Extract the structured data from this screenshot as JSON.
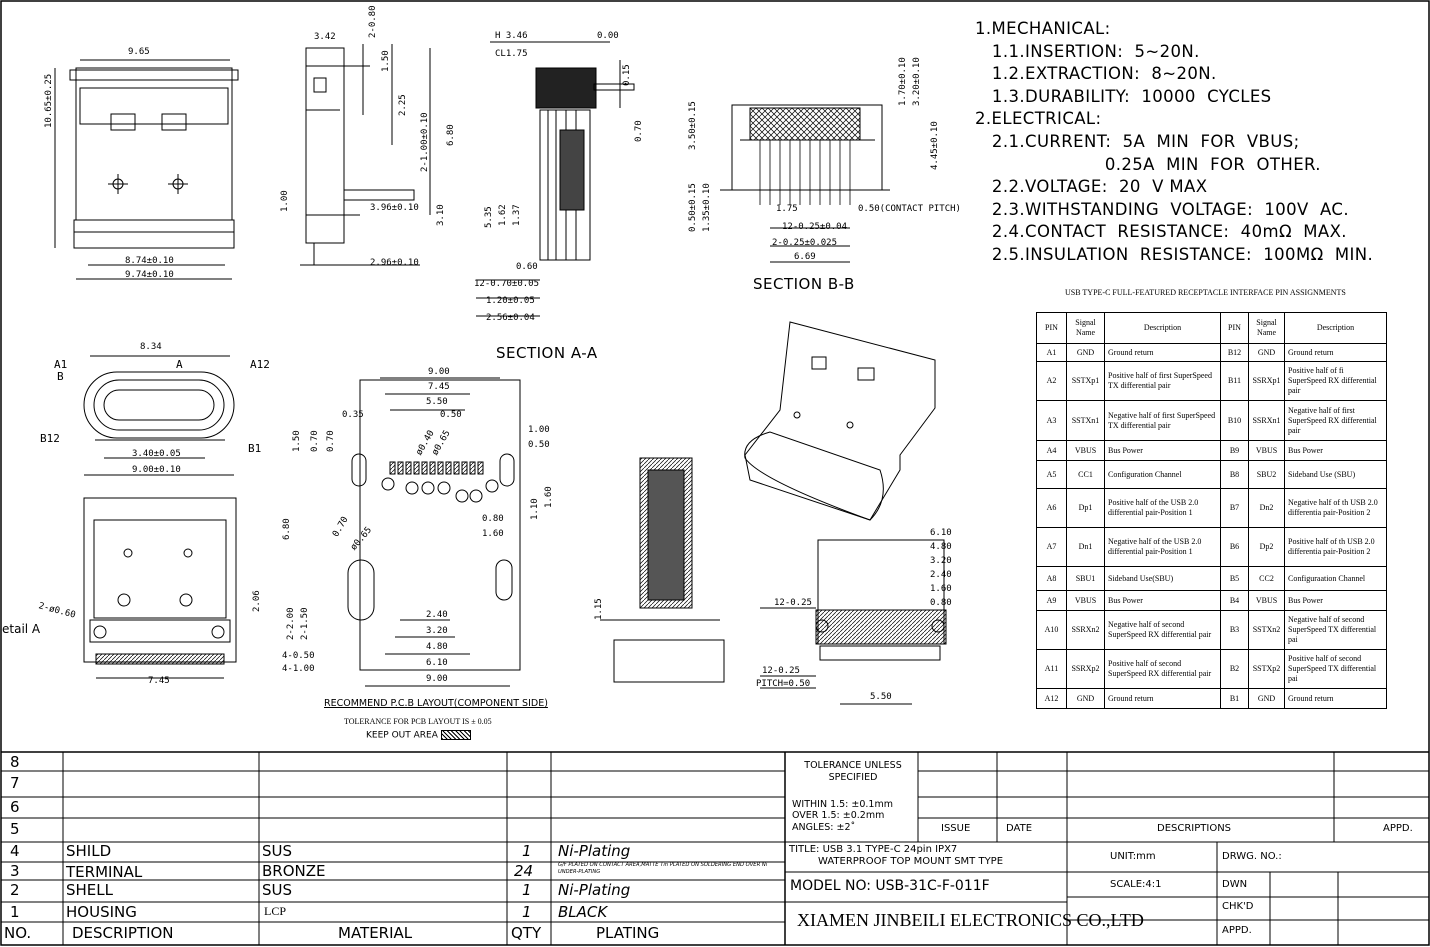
{
  "specs": {
    "lines": [
      "1.MECHANICAL:",
      "   1.1.INSERTION:  5~20N.",
      "   1.2.EXTRACTION:  8~20N.",
      "   1.3.DURABILITY:  10000  CYCLES",
      "2.ELECTRICAL:",
      "   2.1.CURRENT:  5A  MIN  FOR  VBUS;",
      "                       0.25A  MIN  FOR  OTHER.",
      "   2.2.VOLTAGE:  20  V MAX",
      "   2.3.WITHSTANDING  VOLTAGE:  100V  AC.",
      "   2.4.CONTACT  RESISTANCE:  40mΩ  MAX.",
      "   2.5.INSULATION  RESISTANCE:  100MΩ  MIN."
    ]
  },
  "pin_table": {
    "title": "USB TYPE-C FULL-FEATURED RECEPTACLE INTERFACE PIN ASSIGNMENTS",
    "headers": [
      "PIN",
      "Signal Name",
      "Description",
      "PIN",
      "Signal Name",
      "Description"
    ],
    "rows": [
      [
        "A1",
        "GND",
        "Ground return",
        "B12",
        "GND",
        "Ground return"
      ],
      [
        "A2",
        "SSTXp1",
        "Positive half of first SuperSpeed TX differential pair",
        "B11",
        "SSRXp1",
        "Positive half of fi SuperSpeed RX differential pair"
      ],
      [
        "A3",
        "SSTXn1",
        "Negative half of first SuperSpeed TX differential pair",
        "B10",
        "SSRXn1",
        "Negative half of first SuperSpeed RX differential pair"
      ],
      [
        "A4",
        "VBUS",
        "Bus Power",
        "B9",
        "VBUS",
        "Bus Power"
      ],
      [
        "A5",
        "CC1",
        "Configuration Channel",
        "B8",
        "SBU2",
        "Sideband Use (SBU)"
      ],
      [
        "A6",
        "Dp1",
        "Positive half of the USB 2.0 differential pair-Position 1",
        "B7",
        "Dn2",
        "Negative half of th USB 2.0 differentia pair-Position 2"
      ],
      [
        "A7",
        "Dn1",
        "Negative half of the USB 2.0 differential pair-Position 1",
        "B6",
        "Dp2",
        "Positive half of th USB 2.0 differentia pair-Position 2"
      ],
      [
        "A8",
        "SBU1",
        "Sideband Use(SBU)",
        "B5",
        "CC2",
        "Configuraation Channel"
      ],
      [
        "A9",
        "VBUS",
        "Bus Power",
        "B4",
        "VBUS",
        "Bus Power"
      ],
      [
        "A10",
        "SSRXn2",
        "Negative half of second SuperSpeed RX differential pair",
        "B3",
        "SSTXn2",
        "Negative half of second SuperSpeed TX differential pai"
      ],
      [
        "A11",
        "SSRXp2",
        "Positive half of second SuperSpeed RX differential pair",
        "B2",
        "SSTXp2",
        "Positive half of second SuperSpeed TX differential pai"
      ],
      [
        "A12",
        "GND",
        "Ground return",
        "B1",
        "GND",
        "Ground return"
      ]
    ]
  },
  "sections": {
    "a": "SECTION  A-A",
    "b": "SECTION  B-B",
    "detail": "etail  A"
  },
  "pcb": {
    "title": "RECOMMEND P.C.B LAYOUT(COMPONENT SIDE)",
    "tolerance": "TOLERANCE FOR PCB LAYOUT IS ± 0.05",
    "keepout": "KEEP OUT AREA"
  },
  "dims": {
    "d1": "9.65",
    "d2": "10.65±0.25",
    "d3": "8.74±0.10",
    "d4": "9.74±0.10",
    "d5": "3.42",
    "d6": "2-0.80",
    "d7": "1.50",
    "d8": "2.25",
    "d9": "2-1.00±0.10",
    "d10": "6.80",
    "d11": "1.00",
    "d12": "3.96±0.10",
    "d13": "3.10",
    "d14": "2.96±0.10",
    "d15": "H 3.46",
    "d16": "CL1.75",
    "d17": "0.00",
    "d18": "0.15",
    "d19": "0.70",
    "d20": "3.50±0.15",
    "d21": "5.35",
    "d22": "1.62",
    "d23": "1.37",
    "d24": "0.60",
    "d25": "12-0.70±0.05",
    "d26": "1.20±0.05",
    "d27": "2.56±0.04",
    "d28": "1.70±0.10",
    "d29": "3.20±0.10",
    "d30": "4.45±0.10",
    "d31": "0.50±0.15",
    "d32": "1.35±0.10",
    "d33": "1.75",
    "d34": "0.50(CONTACT PITCH)",
    "d35": "12-0.25±0.04",
    "d36": "2-0.25±0.025",
    "d37": "6.69",
    "d38": "8.34",
    "d39": "A1",
    "d40": "A",
    "d41": "A12",
    "d42": "B",
    "d43": "B12",
    "d44": "B1",
    "d45": "3.40±0.05",
    "d46": "9.00±0.10",
    "d47": "2-ø0.60",
    "d48": "7.45",
    "d49": "2.06",
    "d50": "9.00",
    "d51": "7.45",
    "d52": "5.50",
    "d53": "0.35",
    "d54": "0.50",
    "d55": "1.00",
    "d56": "0.50",
    "d57": "1.50",
    "d58": "0.70",
    "d59": "0.70",
    "d60": "1.10",
    "d61": "1.60",
    "d62": "6.80",
    "d63": "0.80",
    "d64": "1.60",
    "d65": "ø0.65",
    "d66": "2.40",
    "d67": "3.20",
    "d68": "4.80",
    "d69": "6.10",
    "d70": "9.00",
    "d71": "4-0.50",
    "d72": "4-1.00",
    "d73": "2-2.00",
    "d74": "2-1.50",
    "d75": "1.15",
    "d76": "12-0.25",
    "d77": "6.10",
    "d78": "4.80",
    "d79": "3.20",
    "d80": "2.40",
    "d81": "1.60",
    "d82": "0.80",
    "d83": "12-0.25",
    "d84": "PITCH=0.50",
    "d85": "5.50",
    "d86": "ø0.40",
    "d87": "ø0.65",
    "d88": "0.70"
  },
  "title_block": {
    "rows": [
      {
        "no": "8",
        "desc": "",
        "material": "",
        "qty": "",
        "plating": ""
      },
      {
        "no": "7",
        "desc": "",
        "material": "",
        "qty": "",
        "plating": ""
      },
      {
        "no": "6",
        "desc": "",
        "material": "",
        "qty": "",
        "plating": ""
      },
      {
        "no": "5",
        "desc": "",
        "material": "",
        "qty": "",
        "plating": ""
      },
      {
        "no": "4",
        "desc": "SHILD",
        "material": "SUS",
        "qty": "1",
        "plating": "Ni-Plating"
      },
      {
        "no": "3",
        "desc": "TERMINAL",
        "material": "BRONZE",
        "qty": "24",
        "plating": "G/F PLATED ON CONTACT AREA,MATTE Tin PLATED ON SOLDERING END OVER Ni UNDER-PLATING"
      },
      {
        "no": "2",
        "desc": "SHELL",
        "material": "SUS",
        "qty": "1",
        "plating": "Ni-Plating"
      },
      {
        "no": "1",
        "desc": "HOUSING",
        "material": "LCP",
        "qty": "1",
        "plating": "BLACK"
      }
    ],
    "header": {
      "no": "NO.",
      "desc": "DESCRIPTION",
      "material": "MATERIAL",
      "qty": "QTY",
      "plating": "PLATING"
    },
    "tolerance": "TOLERANCE UNLESS SPECIFIED",
    "within": "WITHIN 1.5: ±0.1mm",
    "over": "OVER 1.5:  ±0.2mm",
    "angles": "ANGLES: ±2˚",
    "issue": "ISSUE",
    "date": "DATE",
    "descriptions": "DESCRIPTIONS",
    "appd_head": "APPD.",
    "title_line1": "TITLE: USB 3.1 TYPE-C 24pin IPX7",
    "title_line2": "WATERPROOF TOP MOUNT SMT TYPE",
    "unit": "UNIT:mm",
    "drwg": "DRWG. NO.:",
    "model": "MODEL  NO: USB-31C-F-011F",
    "scale": "SCALE:4:1",
    "dwn": "DWN",
    "chkd": "CHK'D",
    "appd": "APPD.",
    "company": "XIAMEN JINBEILI ELECTRONICS CO.,LTD"
  }
}
